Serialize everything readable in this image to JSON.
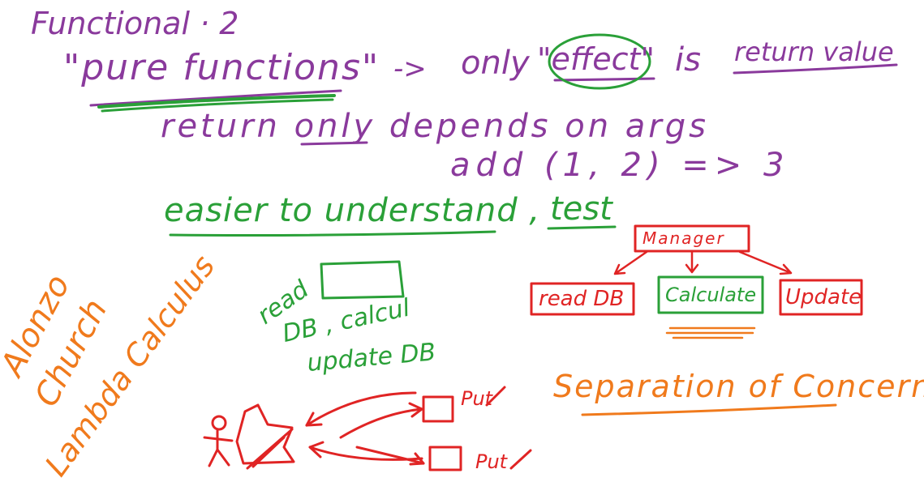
{
  "colors": {
    "purple": "#8a3a9c",
    "green": "#2aa038",
    "red": "#e02424",
    "orange": "#f07a1c",
    "background": "#ffffff"
  },
  "notes": {
    "title": "Functional · 2",
    "pure_functions": "\"pure functions\"",
    "arrow": "->",
    "only": "only",
    "effect": "\"effect\"",
    "is": "is",
    "return_value": "return value",
    "return_depends": "return only depends on args",
    "example": "add (1, 2) => 3",
    "easier": "easier to understand ,",
    "test": "test",
    "church_line1": "Alonzo",
    "church_line2": "Church",
    "church_line3": "Lambda Calculus",
    "mixed_line1": "read",
    "mixed_line2": "DB , calcul",
    "mixed_line3": "update DB",
    "manager": "Manager",
    "read_db": "read DB",
    "calculate": "Calculate",
    "update": "Update",
    "separation": "Separation of Concerns !",
    "sketch_label_1": "Put",
    "sketch_label_2": "Put"
  }
}
